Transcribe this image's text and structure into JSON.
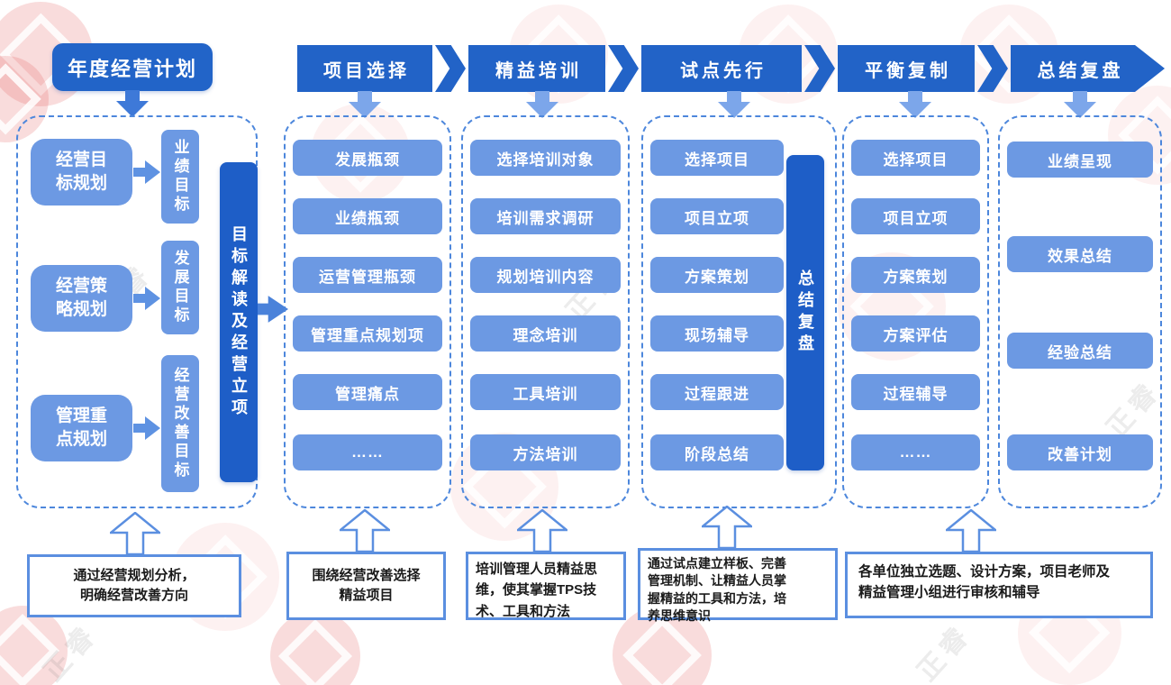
{
  "title": "年度经营计划",
  "colors": {
    "primary_blue": "#2263C7",
    "light_blue_box": "#6C99E3",
    "dark_bar_blue": "#1E5EC7",
    "dashed_border": "#4D87DC",
    "solid_arrow": "#3E79D8",
    "banner_down_arrow": "#7CA6EA",
    "note_border": "#5B8FE0",
    "note_text": "#1A1A1A",
    "watermark_red": "#E06060"
  },
  "planning": {
    "rows": [
      {
        "source": "经营目\n标规划",
        "target": "业绩目标"
      },
      {
        "source": "经营策\n略规划",
        "target": "发展目标"
      },
      {
        "source": "管理重\n点规划",
        "target": "经营改善目标"
      }
    ],
    "bar": "目标解读及经营立项",
    "note": "通过经营规划分析，\n明确经营改善方向"
  },
  "stages": [
    {
      "label": "项目选择",
      "items": [
        "发展瓶颈",
        "业绩瓶颈",
        "运营管理瓶颈",
        "管理重点规划项",
        "管理痛点",
        "……"
      ],
      "note": "围绕经营改善选择\n精益项目"
    },
    {
      "label": "精益培训",
      "items": [
        "选择培训对象",
        "培训需求调研",
        "规划培训内容",
        "理念培训",
        "工具培训",
        "方法培训"
      ],
      "note": "培训管理人员精益思\n维，使其掌握TPS技\n术、工具和方法"
    },
    {
      "label": "试点先行",
      "items": [
        "选择项目",
        "项目立项",
        "方案策划",
        "现场辅导",
        "过程跟进",
        "阶段总结"
      ],
      "sidebar": "总结复盘",
      "note": "通过试点建立样板、完善\n管理机制、让精益人员掌\n握精益的工具和方法，培\n养思维意识"
    },
    {
      "label": "平衡复制",
      "items": [
        "选择项目",
        "项目立项",
        "方案策划",
        "方案评估",
        "过程辅导",
        "……"
      ],
      "note": "各单位独立选题、设计方案，项目老师及\n精益管理小组进行审核和辅导"
    },
    {
      "label": "总结复盘",
      "items": [
        "业绩呈现",
        "效果总结",
        "经验总结",
        "改善计划"
      ]
    }
  ],
  "watermark": {
    "logo_text": "正睿"
  }
}
